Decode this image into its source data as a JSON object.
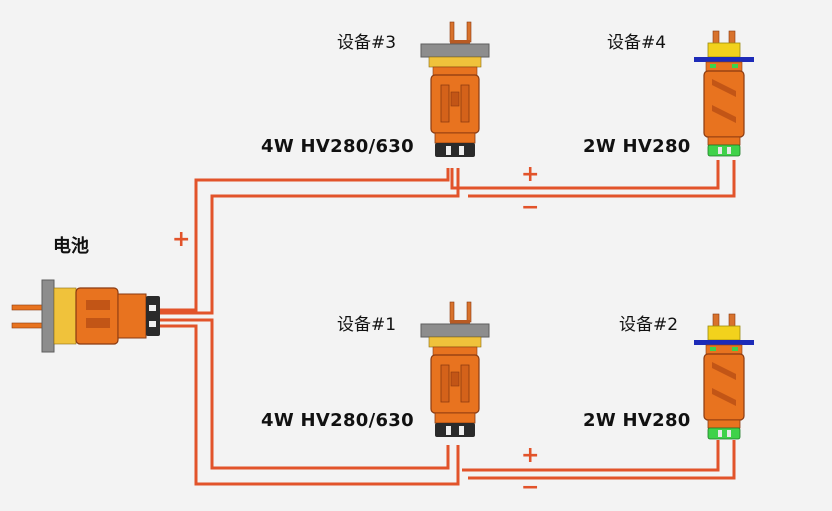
{
  "battery": {
    "label": "电池"
  },
  "devices": [
    {
      "id": "device-3",
      "name": "设备#3",
      "model": "4W HV280/630"
    },
    {
      "id": "device-4",
      "name": "设备#4",
      "model": "2W HV280"
    },
    {
      "id": "device-1",
      "name": "设备#1",
      "model": "4W HV280/630"
    },
    {
      "id": "device-2",
      "name": "设备#2",
      "model": "2W HV280"
    }
  ],
  "polarity": {
    "plus": "+",
    "minus": "−"
  },
  "colors": {
    "wire": "#e2532a",
    "connector_orange": "#e8731f",
    "connector_dark": "#8a3a10",
    "flange_gray": "#8d8d8d",
    "flange_blue": "#1d2bb8",
    "pin_yellow": "#f2d21c",
    "latch_green": "#3fd24a",
    "background": "#f3f3f3"
  }
}
